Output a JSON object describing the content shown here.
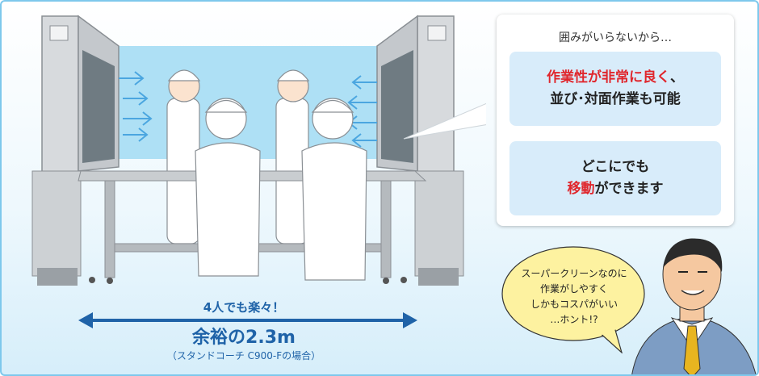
{
  "caption": {
    "line1": "4人でも楽々！",
    "line2": "余裕の2.3m",
    "line3": "（スタンドコーチ C900-Fの場合）"
  },
  "panel": {
    "title": "囲みがいらないから…",
    "feature1": {
      "red": "作業性が非常に良く",
      "tail": "、",
      "line2": "並び･対面作業も可能"
    },
    "feature2": {
      "line1": "どこにでも",
      "red": "移動",
      "tail": "ができます"
    }
  },
  "bubble": {
    "lines": [
      "スーパークリーンなのに",
      "作業がしやすく",
      "しかもコスパがいい",
      "…ホント!?"
    ]
  },
  "colors": {
    "accent_blue": "#1f63a8",
    "highlight_red": "#e0262c",
    "feature_bg": "#d8ecfa",
    "bubble_fill": "#fdf2a0"
  }
}
